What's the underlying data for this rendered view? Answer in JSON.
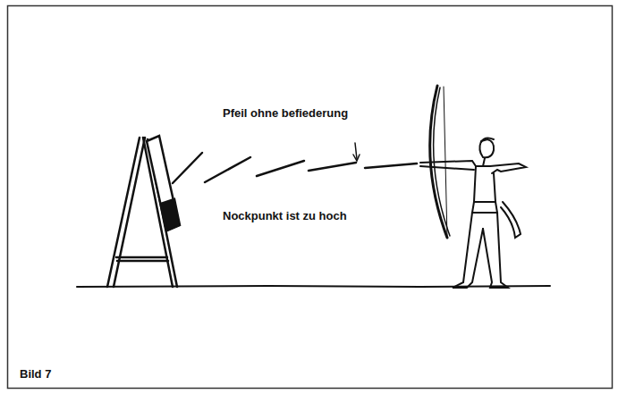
{
  "diagram": {
    "caption": "Bild 7",
    "labels": [
      "Pfeil ohne befiederung",
      "Nockpunkt ist zu hoch"
    ]
  }
}
